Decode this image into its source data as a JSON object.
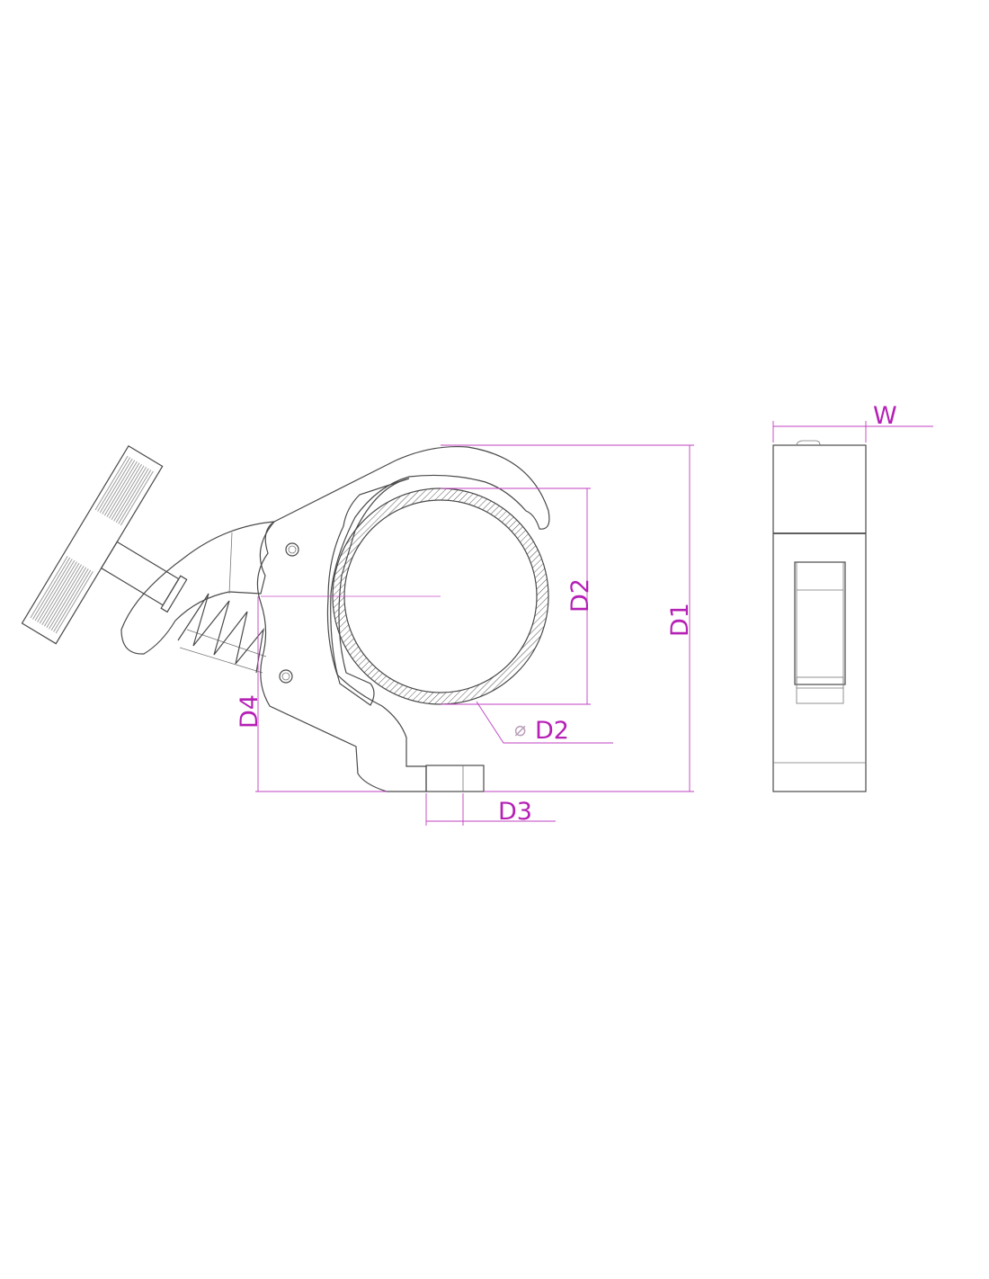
{
  "drawing": {
    "views": [
      "front-view",
      "side-view"
    ],
    "dimensions": {
      "width_label": "W",
      "d1_label": "D1",
      "d2_label": "D2",
      "diameter_symbol": "⌀",
      "d2_diameter_label": "D2",
      "d3_label": "D3",
      "d4_label": "D4"
    },
    "colors": {
      "dimension": "#b520b5",
      "outline": "#4a4a4a"
    }
  }
}
